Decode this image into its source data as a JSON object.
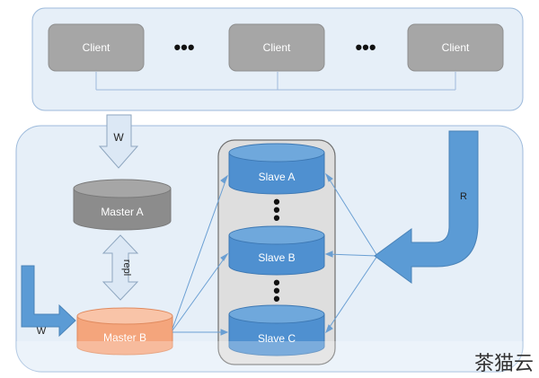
{
  "clients": {
    "label": "Client",
    "ellipsis": "•••"
  },
  "arrows": {
    "write_top": "W",
    "write_left": "W",
    "replication": "repl",
    "read": "R"
  },
  "databases": {
    "master_a": "Master A",
    "master_b": "Master B",
    "slave_a": "Slave A",
    "slave_b": "Slave B",
    "slave_c": "Slave C"
  },
  "watermark": "茶猫云",
  "colors": {
    "panel_fill": "#e6eff8",
    "panel_stroke": "#9dbadb",
    "client_box": "#a6a6a6",
    "master_a": "#8c8c8c",
    "master_b": "#f4a57c",
    "slave": "#4f90d0",
    "arrow_fill": "#5b9bd5",
    "hollow_arrow_fill": "#dce8f5"
  }
}
